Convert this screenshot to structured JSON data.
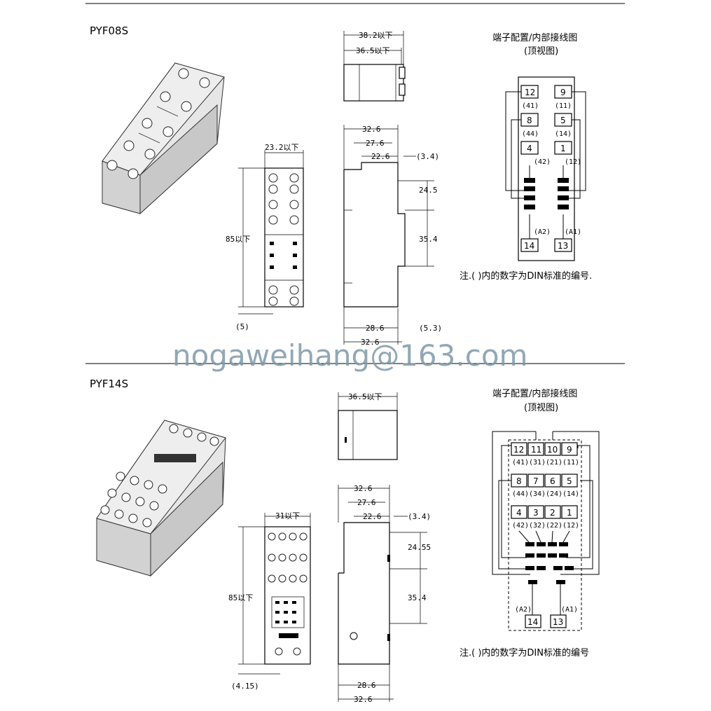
{
  "top": {
    "model": "PYF08S",
    "side_view": {
      "w_upper": "38.2以下",
      "w_lower": "36.5以下"
    },
    "front_view": {
      "width": "23.2以下",
      "height": "85以下",
      "bottom_offset": "(5)"
    },
    "profile_view": {
      "d1": "32.6",
      "d2": "27.6",
      "d3": "22.6",
      "d3_note": "(3.4)",
      "h1": "24.5",
      "h2": "35.4",
      "b1": "28.6",
      "b1_note": "(5.3)",
      "b2": "32.6"
    },
    "wiring": {
      "title": "端子配置/内部接线图",
      "subtitle": "(顶视图)",
      "pins": [
        {
          "num": "12",
          "din": "(41)"
        },
        {
          "num": "9",
          "din": "(11)"
        },
        {
          "num": "8",
          "din": "(44)"
        },
        {
          "num": "5",
          "din": "(14)"
        },
        {
          "num": "4",
          "din": "(42)"
        },
        {
          "num": "1",
          "din": "(12)"
        },
        {
          "num": "14",
          "din": "(A2)"
        },
        {
          "num": "13",
          "din": "(A1)"
        }
      ],
      "note": "注.( )内的数字为DIN标准的编号."
    }
  },
  "watermark": "nogaweihang@163.com",
  "bottom": {
    "model": "PYF14S",
    "side_view": {
      "w": "36.5以下"
    },
    "front_view": {
      "width": "31以下",
      "height": "85以下",
      "bottom_offset": "(4.15)"
    },
    "profile_view": {
      "d1": "32.6",
      "d2": "27.6",
      "d3": "22.6",
      "d3_note": "(3.4)",
      "h1": "24.55",
      "h2": "35.4",
      "b1": "28.6",
      "b2": "32.6"
    },
    "wiring": {
      "title": "端子配置/内部接线图",
      "subtitle": "(顶视图)",
      "row1": [
        {
          "num": "12",
          "din": "(41)"
        },
        {
          "num": "11",
          "din": "(31)"
        },
        {
          "num": "10",
          "din": "(21)"
        },
        {
          "num": "9",
          "din": "(11)"
        }
      ],
      "row2": [
        {
          "num": "8",
          "din": "(44)"
        },
        {
          "num": "7",
          "din": "(34)"
        },
        {
          "num": "6",
          "din": "(24)"
        },
        {
          "num": "5",
          "din": "(14)"
        }
      ],
      "row3": [
        {
          "num": "4",
          "din": "(42)"
        },
        {
          "num": "3",
          "din": "(32)"
        },
        {
          "num": "2",
          "din": "(22)"
        },
        {
          "num": "1",
          "din": "(12)"
        }
      ],
      "coil": [
        {
          "num": "14",
          "din": "(A2)"
        },
        {
          "num": "13",
          "din": "(A1)"
        }
      ],
      "note": "注.( )内的数字为DIN标准的编号"
    }
  }
}
